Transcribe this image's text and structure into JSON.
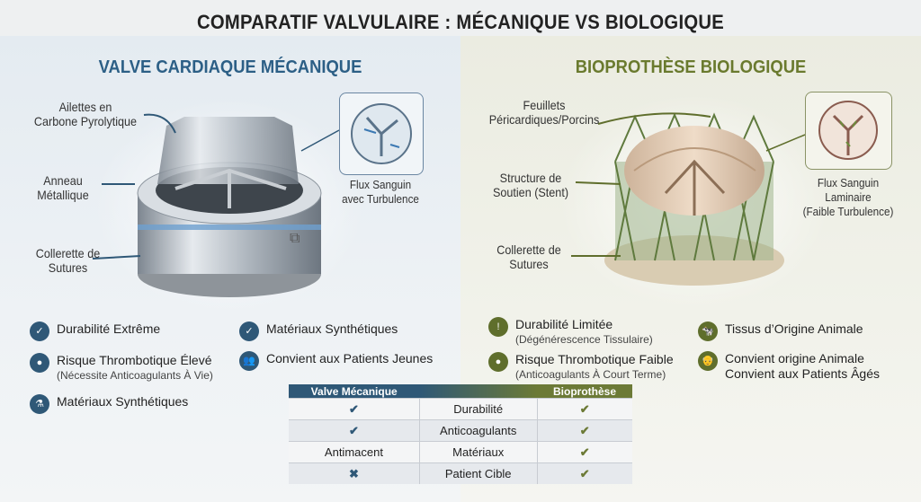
{
  "title": "COMPARATIF VALVULAIRE : MÉCANIQUE VS BIOLOGIQUE",
  "left": {
    "title": "VALVE CARDIAQUE MÉCANIQUE",
    "labels": {
      "ailettes": [
        "Ailettes en",
        "Carbone Pyrolytique"
      ],
      "anneau": [
        "Anneau",
        "Métallique"
      ],
      "collerette": [
        "Collerette de",
        "Sutures"
      ],
      "flux": [
        "Flux Sanguin",
        "avec Turbulence"
      ]
    },
    "features": [
      {
        "text": "Durabilité Extrême",
        "sub": "",
        "icon": "shield-check-icon"
      },
      {
        "text": "Matériaux Synthétiques",
        "sub": "",
        "icon": "badge-check-icon"
      },
      {
        "text": "Risque Thrombotique Élevé",
        "sub": "(Nécessite Anticoagulants À Vie)",
        "icon": "blood-cells-icon"
      },
      {
        "text": "Convient aux Patients Jeunes",
        "sub": "",
        "icon": "people-icon"
      },
      {
        "text": "Matériaux Synthétiques",
        "sub": "",
        "icon": "lab-flask-icon"
      }
    ]
  },
  "right": {
    "title": "BIOPROTHÈSE BIOLOGIQUE",
    "labels": {
      "feuillets": [
        "Feuillets",
        "Péricardiques/Porcins"
      ],
      "structure": [
        "Structure de",
        "Soutien (Stent)"
      ],
      "collerette": [
        "Collerette de",
        "Sutures"
      ],
      "flux": [
        "Flux Sanguin",
        "Laminaire",
        "(Faible Turbulence)"
      ]
    },
    "features": [
      {
        "text": "Durabilité Limitée",
        "sub": "(Dégénérescence Tissulaire)",
        "icon": "shield-alert-icon"
      },
      {
        "text": "Tissus d’Origine Animale",
        "sub": "",
        "icon": "cow-icon"
      },
      {
        "text": "Risque Thrombotique Faible",
        "sub": "(Anticoagulants À Court Terme)",
        "icon": "blood-cells-icon"
      },
      {
        "text": "Convient origine Animale",
        "sub": "Convient aux Patients Âgés",
        "icon": "elderly-icon"
      }
    ]
  },
  "table": {
    "headers": [
      "Valve Mécanique",
      "",
      "Bioprothèse"
    ],
    "rows": [
      {
        "left": "✔",
        "criterion": "Durabilité",
        "right": "✔"
      },
      {
        "left": "✔",
        "criterion": "Anticoagulants",
        "right": "✔"
      },
      {
        "left": "Antimacent",
        "criterion": "Matériaux",
        "right": "✔"
      },
      {
        "left": "✖",
        "criterion": "Patient Cible",
        "right": "✔"
      }
    ]
  },
  "colors": {
    "blue": "#2c5f86",
    "green": "#6a7a2e"
  }
}
